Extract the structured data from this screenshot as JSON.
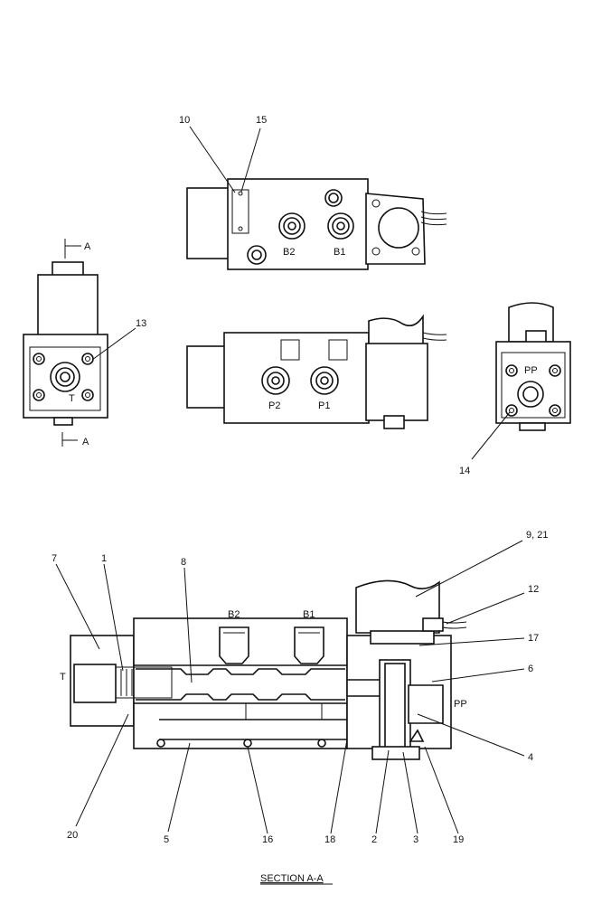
{
  "top_views": {
    "callout_10": "10",
    "callout_15": "15",
    "callout_13": "13",
    "callout_14": "14",
    "section_marker_top": "A",
    "section_marker_bottom": "A",
    "port_b2": "B2",
    "port_b1": "B1",
    "port_p2": "P2",
    "port_p1": "P1",
    "port_t": "T",
    "port_pp": "PP"
  },
  "section_view": {
    "callouts": {
      "c7": "7",
      "c1": "1",
      "c8": "8",
      "c9_21": "9, 21",
      "c12": "12",
      "c17": "17",
      "c6": "6",
      "c4": "4",
      "c20": "20",
      "c5": "5",
      "c16": "16",
      "c18": "18",
      "c2": "2",
      "c3": "3",
      "c19": "19"
    },
    "port_t": "T",
    "port_pp": "PP",
    "port_b2": "B2",
    "port_b1": "B1"
  },
  "caption": "SECTION A-A"
}
